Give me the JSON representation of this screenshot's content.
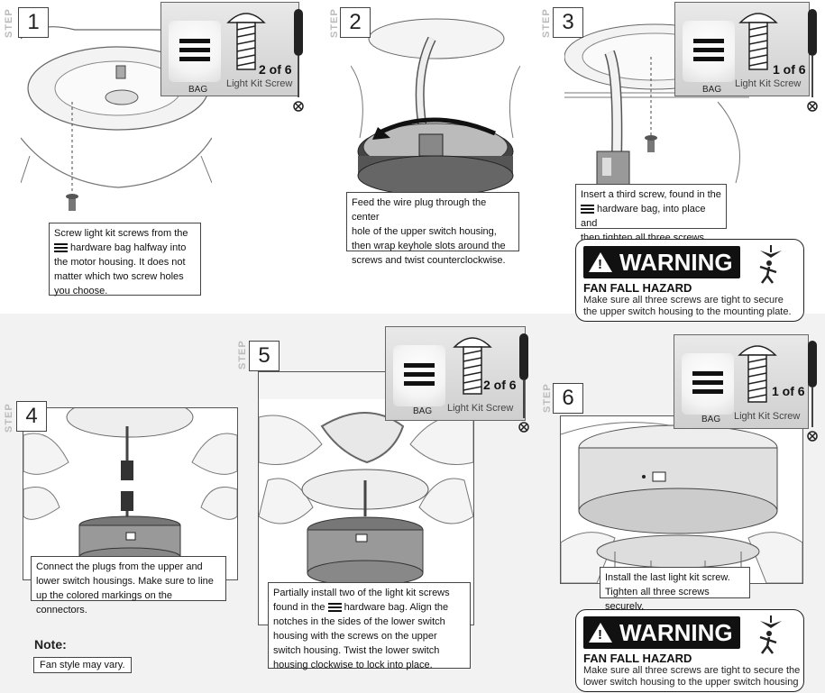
{
  "step_label": "STEP",
  "hardware": {
    "bag_label": "BAG",
    "item_name": "Light Kit Screw"
  },
  "steps": [
    {
      "number": "1",
      "count": "2 of 6",
      "caption": [
        "Screw light kit screws from the",
        "hardware bag halfway into",
        "the motor housing. It does not",
        "matter which two screw holes",
        "you choose."
      ]
    },
    {
      "number": "2",
      "caption": [
        "Feed the wire plug through the center",
        "hole of the upper switch housing,",
        "then wrap keyhole slots around the",
        "screws and twist counterclockwise."
      ]
    },
    {
      "number": "3",
      "count": "1 of 6",
      "caption": [
        "Insert a third screw, found in the",
        "hardware bag, into place and",
        "then tighten all three screws."
      ]
    },
    {
      "number": "4",
      "caption": [
        "Connect the plugs from the upper and",
        "lower switch housings. Make sure to line",
        "up the colored markings on the connectors."
      ]
    },
    {
      "number": "5",
      "count": "2 of 6",
      "caption": [
        "Partially install two of the light kit screws",
        "found in the",
        "hardware bag. Align the",
        "notches in the sides of the lower switch",
        "housing with the screws on the upper",
        "switch housing. Twist the lower switch",
        "housing clockwise to lock into place."
      ]
    },
    {
      "number": "6",
      "count": "1 of 6",
      "caption": [
        "Install the last light kit screw.",
        "Tighten all three screws securely."
      ]
    }
  ],
  "warnings": [
    {
      "title": "WARNING",
      "hazard": "FAN FALL HAZARD",
      "body": [
        "Make sure all three screws are tight to secure",
        "the upper switch housing to the mounting plate."
      ]
    },
    {
      "title": "WARNING",
      "hazard": "FAN FALL HAZARD",
      "body": [
        "Make sure all three screws are tight to secure the",
        "lower switch housing to the upper switch housing"
      ]
    }
  ],
  "note": {
    "heading": "Note:",
    "text": "Fan style may vary."
  }
}
